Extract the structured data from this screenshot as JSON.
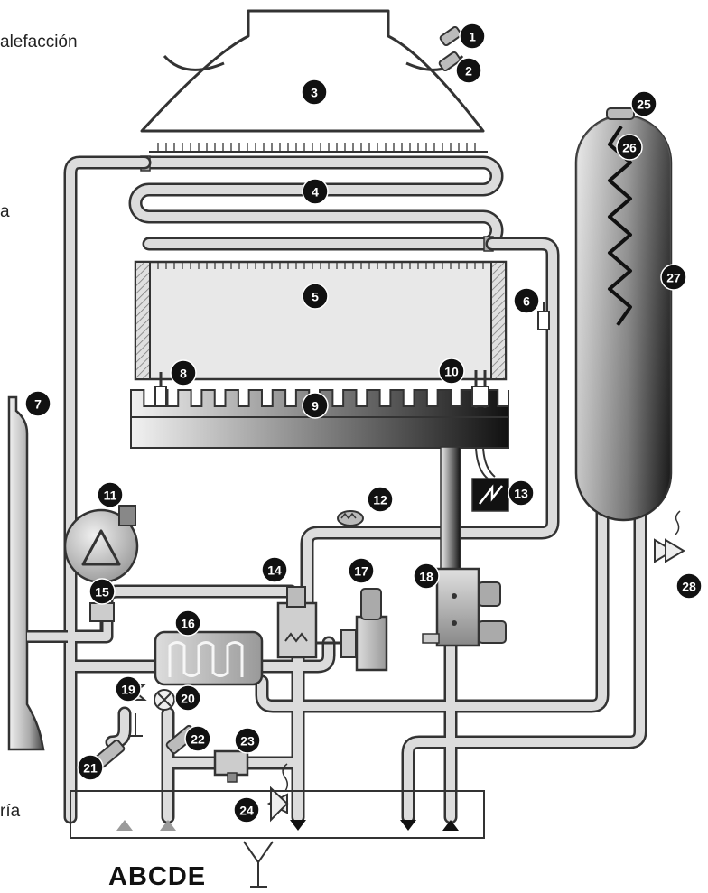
{
  "edge_texts": [
    "alefacción",
    "a",
    "ría"
  ],
  "footer_label": "ABCDE",
  "callouts": [
    "1",
    "2",
    "3",
    "4",
    "5",
    "6",
    "7",
    "8",
    "9",
    "10",
    "11",
    "12",
    "13",
    "14",
    "15",
    "16",
    "17",
    "18",
    "19",
    "20",
    "21",
    "22",
    "23",
    "24",
    "25",
    "26",
    "27",
    "28"
  ],
  "colors": {
    "pipe_fill": "#dcdcdc",
    "pipe_stroke": "#333333",
    "callout_fill": "#111111",
    "outlet_arrow": "#111111",
    "inlet_arrow": "#9a9a9a"
  }
}
